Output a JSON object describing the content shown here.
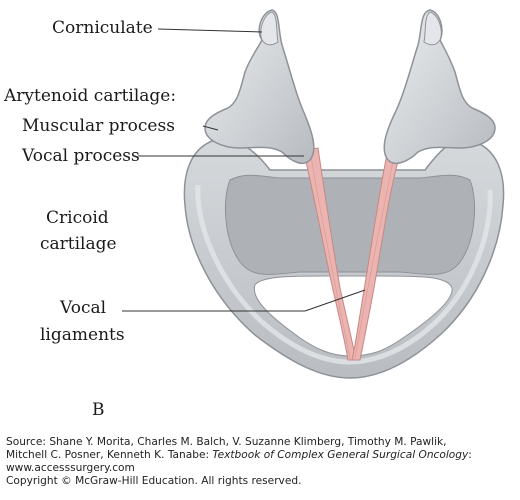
{
  "labels": {
    "corniculate": "Corniculate",
    "arytenoid": "Arytenoid cartilage:",
    "muscular_process": "Muscular process",
    "vocal_process": "Vocal process",
    "cricoid_1": "Cricoid",
    "cricoid_2": "cartilage",
    "vocal_1": "Vocal",
    "vocal_2": "ligaments",
    "panel": "B"
  },
  "source": {
    "line1": "Source: Shane Y. Morita, Charles M. Balch, V. Suzanne Klimberg, Timothy M. Pawlik,",
    "line2_prefix": "Mitchell C. Posner, Kenneth K. Tanabe: ",
    "line2_title": "Textbook of Complex General Surgical Oncology",
    "line2_suffix": ":",
    "line3": "www.accesssurgery.com",
    "line4": "Copyright © McGraw-Hill Education. All rights reserved."
  },
  "colors": {
    "cartilage": "#c9ccd0",
    "cartilage_light": "#e4e6e9",
    "cartilage_dark": "#8e9298",
    "inner": "#aeb2b7",
    "ligament": "#ebb4b0",
    "ligament_line": "#c98783",
    "leader": "#333333"
  }
}
